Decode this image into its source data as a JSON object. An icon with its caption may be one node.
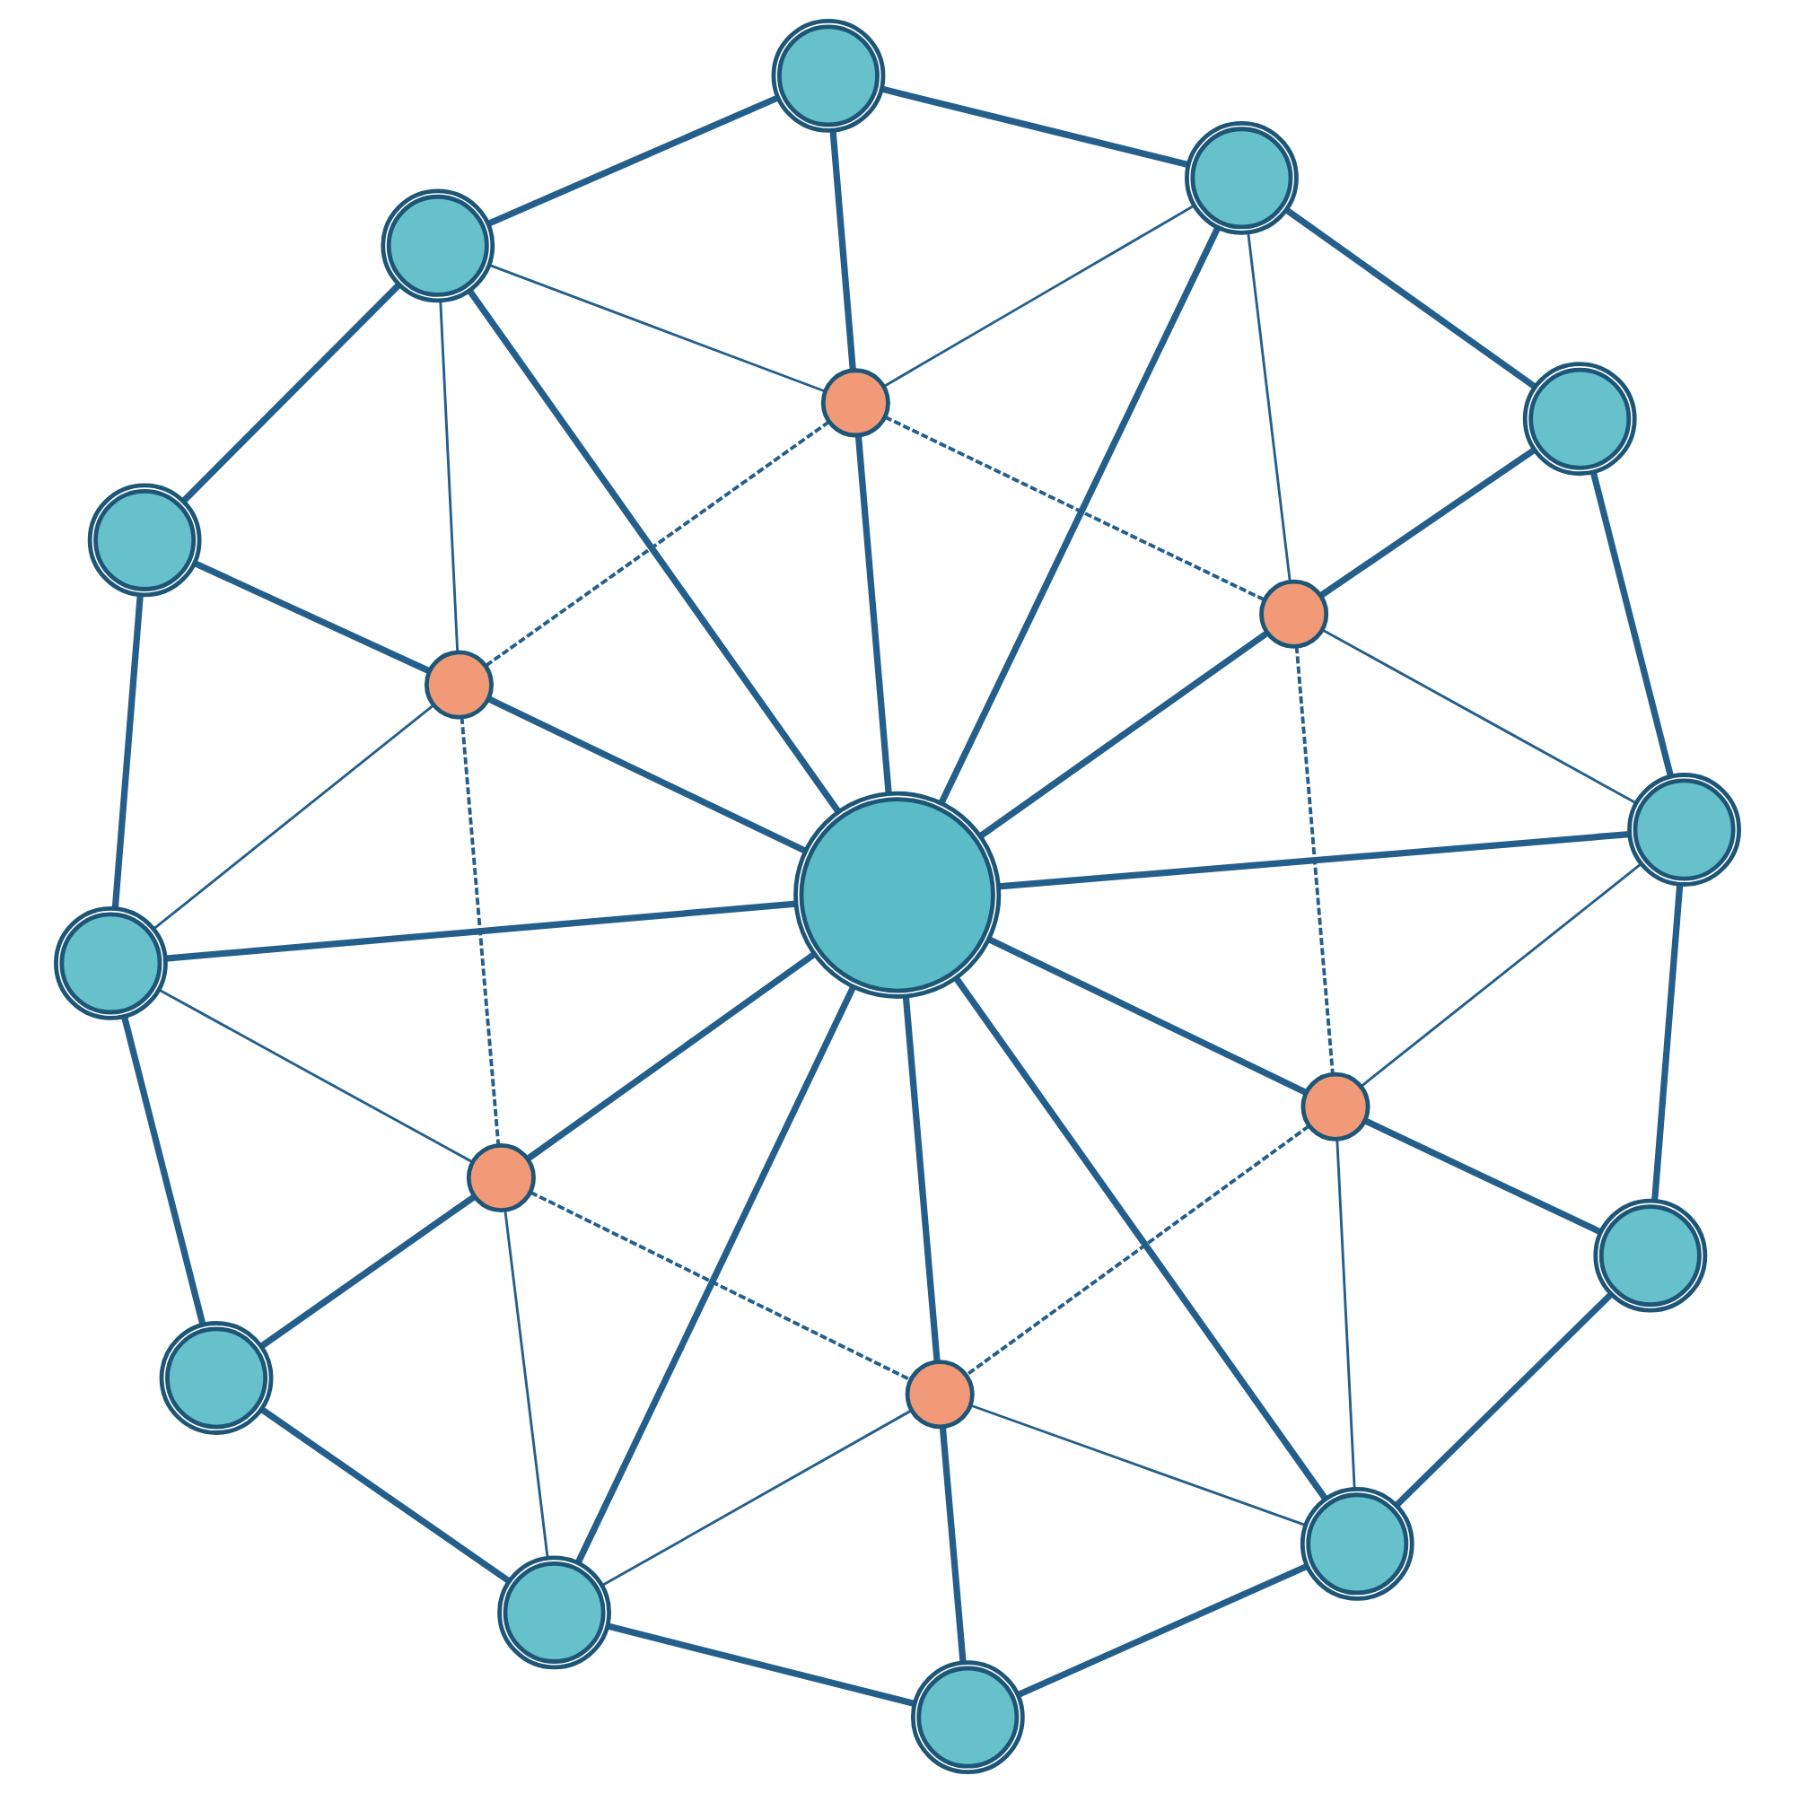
{
  "diagram": {
    "nodes": [
      {
        "text": [],
        "shape": "circle"
      },
      {
        "text": [],
        "shape": "circle"
      },
      {
        "text": [],
        "shape": "circle"
      },
      {
        "text": [],
        "shape": "circle"
      },
      {
        "text": [],
        "shape": "circle"
      },
      {
        "text": [],
        "shape": "circle"
      },
      {
        "text": [],
        "shape": "circle"
      },
      {
        "text": [],
        "shape": "circle"
      },
      {
        "text": [],
        "shape": "circle"
      },
      {
        "text": [],
        "shape": "circle"
      },
      {
        "text": [],
        "shape": "circle"
      },
      {
        "text": [],
        "shape": "circle"
      },
      {
        "text": [],
        "shape": "circle"
      },
      {
        "text": [],
        "shape": "circle"
      },
      {
        "text": [],
        "shape": "circle"
      },
      {
        "text": [],
        "shape": "circle"
      },
      {
        "text": [],
        "shape": "circle"
      },
      {
        "text": [],
        "shape": "circle"
      },
      {
        "text": [],
        "shape": "circle"
      }
    ],
    "edges": [
      {
        "from": 0,
        "to": 2,
        "arrow": "none"
      },
      {
        "from": 2,
        "to": 5,
        "arrow": "none"
      },
      {
        "from": 5,
        "to": 10,
        "arrow": "none"
      },
      {
        "from": 10,
        "to": 14,
        "arrow": "none"
      },
      {
        "from": 14,
        "to": 17,
        "arrow": "none"
      },
      {
        "from": 17,
        "to": 18,
        "arrow": "none"
      },
      {
        "from": 18,
        "to": 16,
        "arrow": "none"
      },
      {
        "from": 16,
        "to": 13,
        "arrow": "none"
      },
      {
        "from": 13,
        "to": 8,
        "arrow": "none"
      },
      {
        "from": 8,
        "to": 4,
        "arrow": "none"
      },
      {
        "from": 4,
        "to": 1,
        "arrow": "none"
      },
      {
        "from": 1,
        "to": 0,
        "arrow": "none"
      },
      {
        "from": 9,
        "to": 8,
        "arrow": "none"
      },
      {
        "from": 9,
        "to": 10,
        "arrow": "none"
      },
      {
        "from": 9,
        "to": 1,
        "arrow": "none"
      },
      {
        "from": 9,
        "to": 2,
        "arrow": "none"
      },
      {
        "from": 9,
        "to": 16,
        "arrow": "none"
      },
      {
        "from": 9,
        "to": 17,
        "arrow": "none"
      },
      {
        "from": 9,
        "to": 3,
        "arrow": "none"
      },
      {
        "from": 3,
        "to": 0,
        "arrow": "none"
      },
      {
        "from": 9,
        "to": 15,
        "arrow": "none"
      },
      {
        "from": 15,
        "to": 18,
        "arrow": "none"
      },
      {
        "from": 9,
        "to": 6,
        "arrow": "none"
      },
      {
        "from": 6,
        "to": 4,
        "arrow": "none"
      },
      {
        "from": 9,
        "to": 7,
        "arrow": "none"
      },
      {
        "from": 7,
        "to": 5,
        "arrow": "none"
      },
      {
        "from": 9,
        "to": 11,
        "arrow": "none"
      },
      {
        "from": 11,
        "to": 13,
        "arrow": "none"
      },
      {
        "from": 9,
        "to": 12,
        "arrow": "none"
      },
      {
        "from": 12,
        "to": 14,
        "arrow": "none"
      },
      {
        "from": 1,
        "to": 3,
        "arrow": "none"
      },
      {
        "from": 2,
        "to": 3,
        "arrow": "none"
      },
      {
        "from": 1,
        "to": 6,
        "arrow": "none"
      },
      {
        "from": 2,
        "to": 7,
        "arrow": "none"
      },
      {
        "from": 6,
        "to": 8,
        "arrow": "none"
      },
      {
        "from": 7,
        "to": 10,
        "arrow": "none"
      },
      {
        "from": 11,
        "to": 8,
        "arrow": "none"
      },
      {
        "from": 12,
        "to": 10,
        "arrow": "none"
      },
      {
        "from": 11,
        "to": 16,
        "arrow": "none"
      },
      {
        "from": 12,
        "to": 17,
        "arrow": "none"
      },
      {
        "from": 15,
        "to": 16,
        "arrow": "none"
      },
      {
        "from": 15,
        "to": 17,
        "arrow": "none"
      },
      {
        "from": 3,
        "to": 6,
        "arrow": "none",
        "style": "dashed"
      },
      {
        "from": 3,
        "to": 7,
        "arrow": "none",
        "style": "dashed"
      },
      {
        "from": 6,
        "to": 11,
        "arrow": "none",
        "style": "dashed"
      },
      {
        "from": 7,
        "to": 12,
        "arrow": "none",
        "style": "dashed"
      },
      {
        "from": 11,
        "to": 15,
        "arrow": "none",
        "style": "dashed"
      },
      {
        "from": 12,
        "to": 15,
        "arrow": "none",
        "style": "dashed"
      }
    ]
  }
}
